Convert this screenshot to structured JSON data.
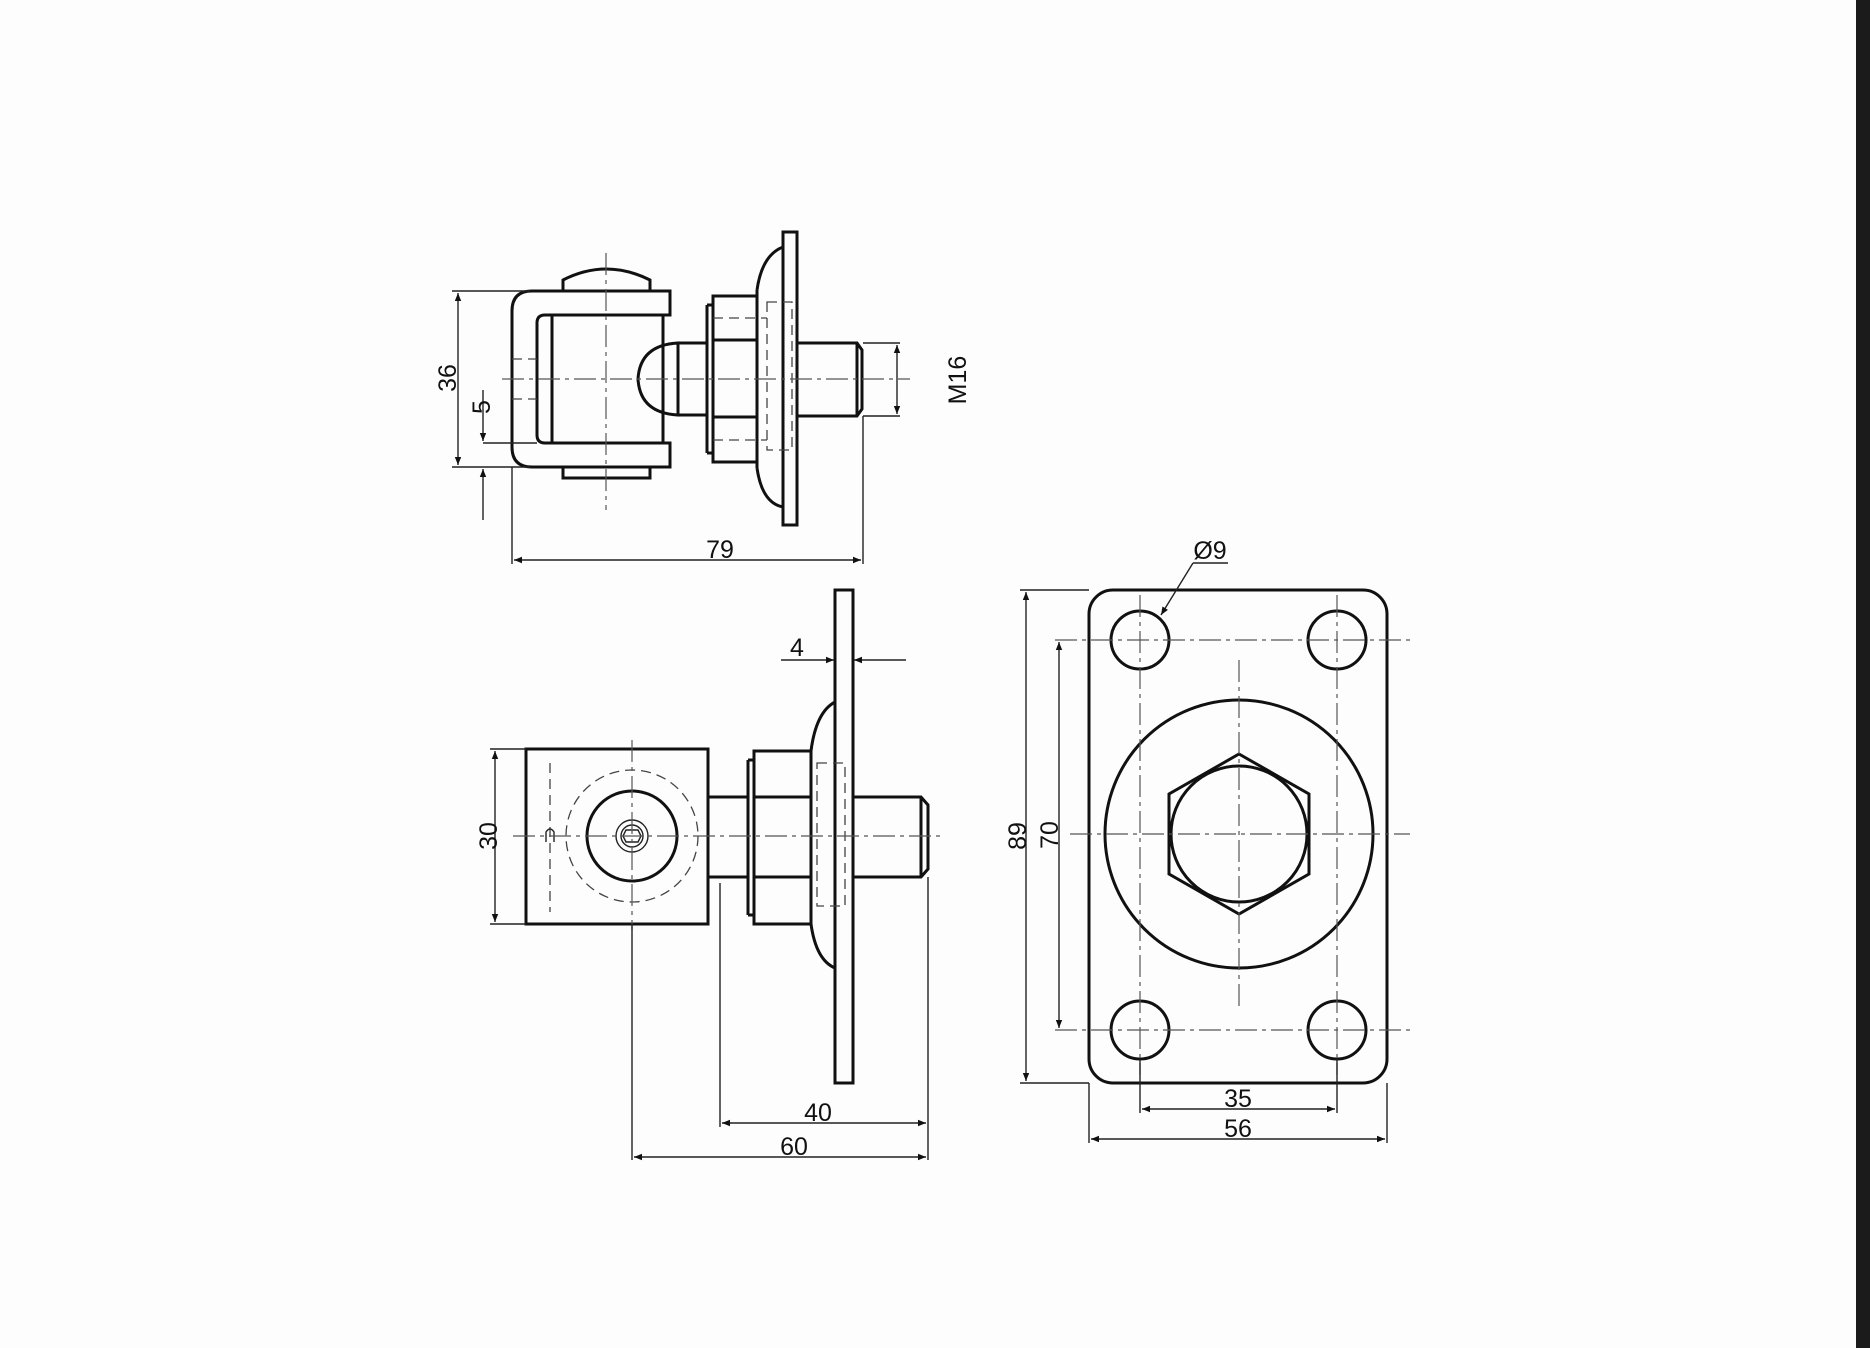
{
  "drawing": {
    "side_view": {
      "height_dim": "36",
      "offset_dim": "5",
      "length_dim": "79",
      "thread_dim": "M16"
    },
    "front_view": {
      "block_dim": "30",
      "plate_thickness_dim": "4",
      "shaft_dim": "40",
      "overall_dim": "60"
    },
    "plate_view": {
      "hole_dim": "Ø9",
      "height_dim": "89",
      "hole_spacing_v_dim": "70",
      "hole_spacing_h_dim": "35",
      "width_dim": "56"
    }
  }
}
